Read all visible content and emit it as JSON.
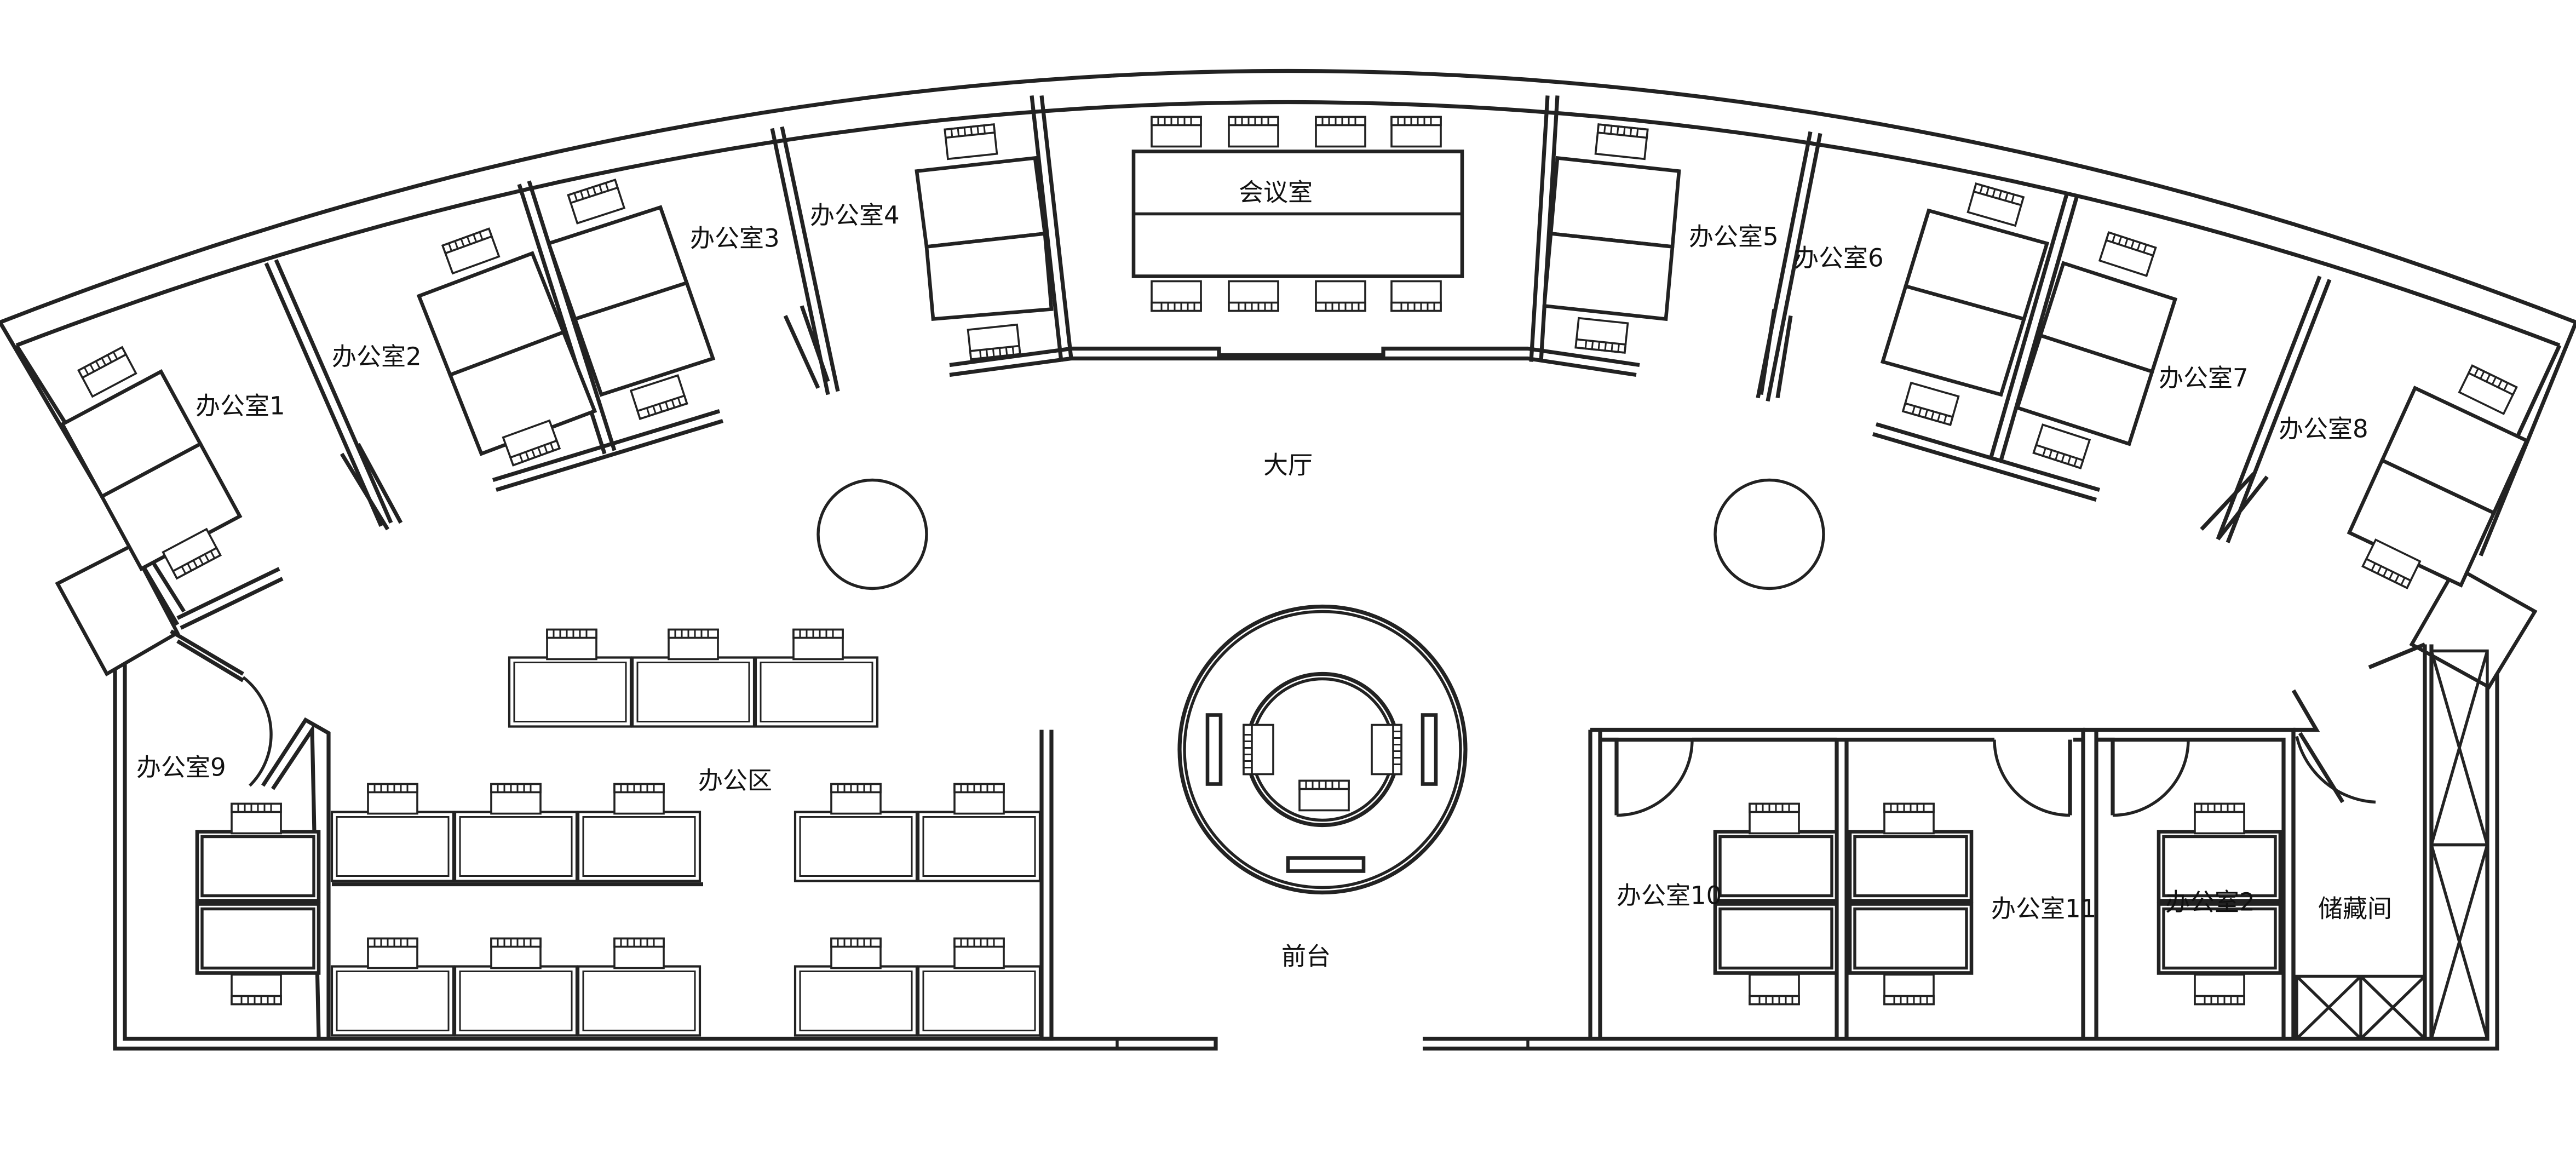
{
  "labels": {
    "office1": "办公室1",
    "office2_top": "办公室2",
    "office3": "办公室3",
    "office4": "办公室4",
    "meeting_room": "会议室",
    "office5": "办公室5",
    "office6": "办公室6",
    "office7": "办公室7",
    "office8": "办公室8",
    "hall": "大厅",
    "office9": "办公室9",
    "office_area": "办公区",
    "reception": "前台",
    "office10": "办公室10",
    "office11": "办公室11",
    "office2_bottom": "办公室2",
    "storage": "储藏间"
  }
}
